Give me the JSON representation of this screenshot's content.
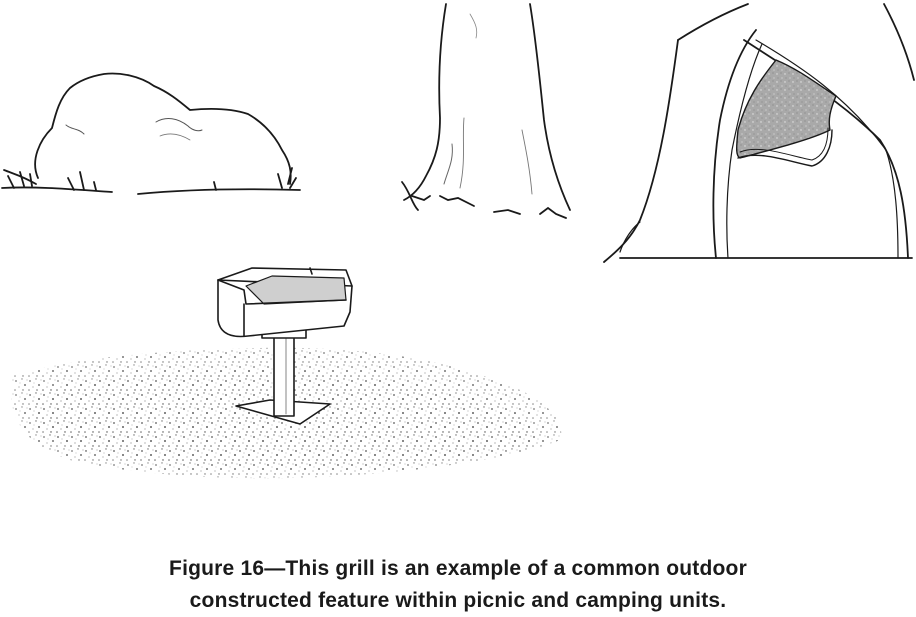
{
  "figure": {
    "caption_line1": "Figure 16—This grill is an example of a common outdoor",
    "caption_line2": "constructed feature within picnic and camping units."
  },
  "colors": {
    "ink": "#1a1a1a",
    "gravel": "#8a8a8a",
    "tent_fill": "#9a9a9a",
    "grate": "#cfcfcf"
  },
  "illustrations": [
    "boulder-illustration",
    "tree-trunk-illustration",
    "tent-illustration",
    "grill-illustration",
    "gravel-pad"
  ]
}
